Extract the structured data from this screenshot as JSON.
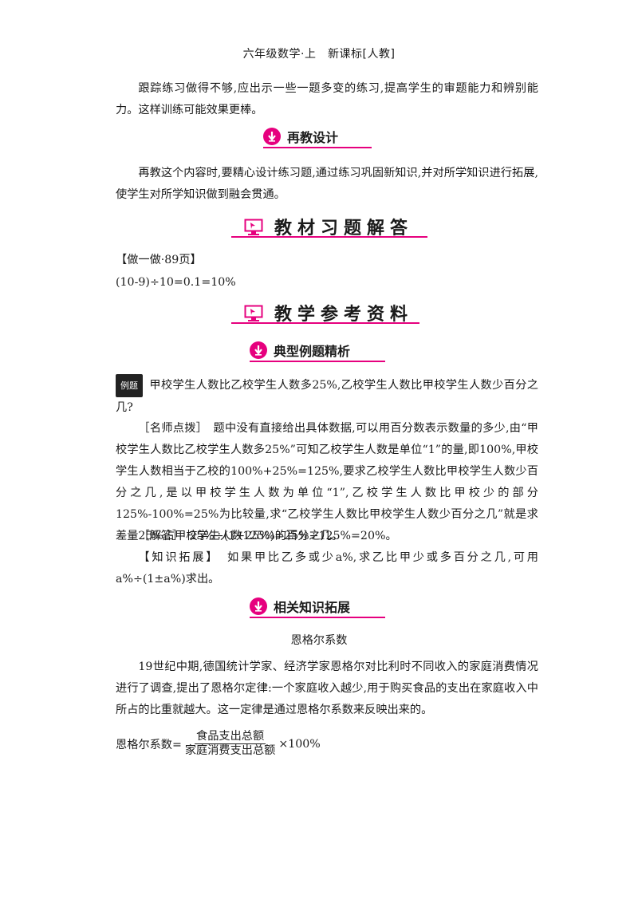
{
  "header": "六年级数学·上　新课标[人教]",
  "intro_para": "跟踪练习做得不够,应出示一些一题多变的练习,提高学生的审题能力和辨别能力。这样训练可能效果更棒。",
  "sections": {
    "reteach": {
      "title": "再教设计",
      "text": "再教这个内容时,要精心设计练习题,通过练习巩固新知识,并对所学知识进行拓展,使学生对所学知识做到融会贯通。"
    },
    "answers": {
      "title": "教材习题解答",
      "ref": "【做一做·89页】",
      "line": "(10-9)÷10=0.1=10%"
    },
    "reference": {
      "title": "教学参考资料"
    },
    "example": {
      "title": "典型例题精析",
      "tag": "例题",
      "question": "甲校学生人数比乙校学生人数多25%,乙校学生人数比甲校学生人数少百分之几?",
      "tips": "［名师点拨］　题中没有直接给出具体数据,可以用百分数表示数量的多少,由“甲校学生人数比乙校学生人数多25%”可知乙校学生人数是单位“1”的量,即100%,甲校学生人数相当于乙校的100%+25%=125%,要求乙校学生人数比甲校学生人数少百分之几,是以甲校学生人数为单位“1”,乙校学生人数比甲校少的部分125%-100%=25%为比较量,求“乙校学生人数比甲校学生人数少百分之几”就是求差量25%占甲校学生人数125%的百分之几。",
      "answer": "［解答］　25%÷(1+25%)=25%÷125%=20%。",
      "extension": "【知识拓展】　如果甲比乙多或少a%,求乙比甲少或多百分之几,可用a%÷(1±a%)求出。"
    },
    "related": {
      "title": "相关知识拓展",
      "subtitle": "恩格尔系数",
      "text": "19世纪中期,德国统计学家、经济学家恩格尔对比利时不同收入的家庭消费情况进行了调查,提出了恩格尔定律:一个家庭收入越少,用于购买食品的支出在家庭收入中所占的比重就越大。这一定律是通过恩格尔系数来反映出来的。",
      "formula": {
        "label": "恩格尔系数=",
        "numerator": "食品支出总额",
        "denominator": "家庭消费支出总额",
        "suffix": "×100%"
      }
    }
  },
  "colors": {
    "accent": "#e6007e"
  }
}
